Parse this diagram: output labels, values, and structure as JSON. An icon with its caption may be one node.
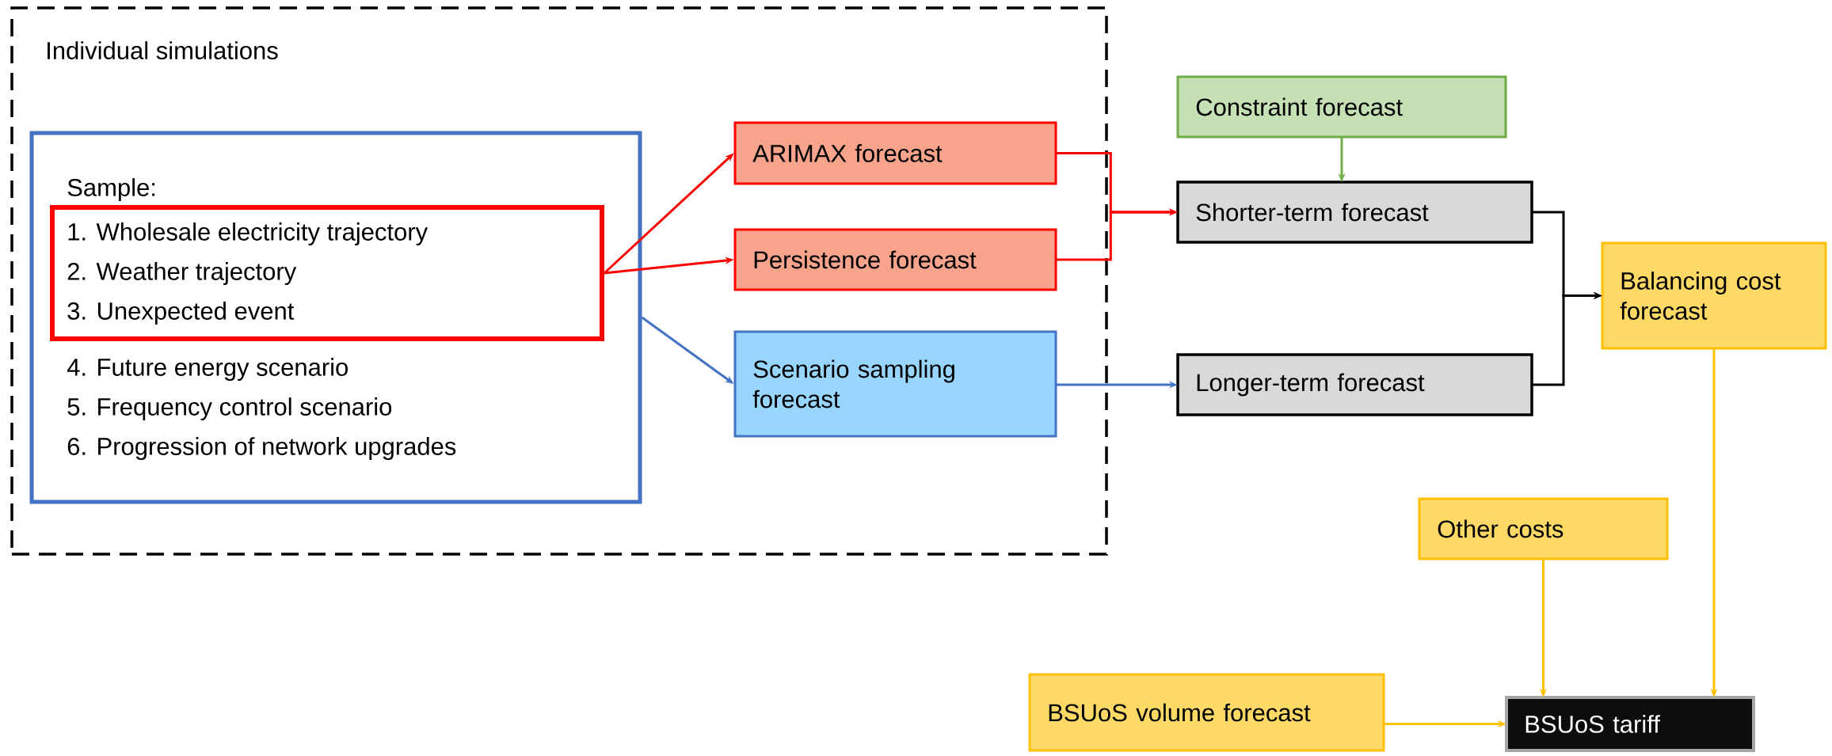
{
  "diagram": {
    "nodes": [
      {
        "text": [
          "Individual simulations"
        ]
      },
      {
        "text": [
          "Sample:",
          "4. Future energy scenario",
          "5. Frequency control scenario",
          "6. Progression of network upgrades"
        ],
        "in": 0
      },
      {
        "text": [
          "1. Wholesale electricity trajectory",
          "2. Weather trajectory",
          "3. Unexpected event"
        ],
        "in": 1
      },
      {
        "text": [
          "ARIMAX forecast"
        ],
        "in": 0
      },
      {
        "text": [
          "Persistence forecast"
        ],
        "in": 0
      },
      {
        "text": [
          "Scenario sampling forecast"
        ],
        "in": 0
      },
      {
        "text": [
          "Constraint forecast"
        ]
      },
      {
        "text": [
          "Shorter-term forecast"
        ]
      },
      {
        "text": [
          "Longer-term forecast"
        ]
      },
      {
        "text": [
          "Balancing cost forecast"
        ]
      },
      {
        "text": [
          "Other costs"
        ]
      },
      {
        "text": [
          "BSUoS volume forecast"
        ]
      },
      {
        "text": [
          "BSUoS tariff"
        ]
      }
    ],
    "edges": [
      {
        "from": 2,
        "to": 3,
        "arrow": "to",
        "color": "#ff0000"
      },
      {
        "from": 2,
        "to": 4,
        "arrow": "to",
        "color": "#ff0000"
      },
      {
        "from": 1,
        "to": 5,
        "arrow": "to",
        "color": "#4472c4"
      },
      {
        "from": 3,
        "to": 7,
        "arrow": "to",
        "color": "#ff0000"
      },
      {
        "from": 4,
        "to": 7,
        "arrow": "to",
        "color": "#ff0000"
      },
      {
        "from": 6,
        "to": 7,
        "arrow": "to",
        "color": "#70ad47"
      },
      {
        "from": 5,
        "to": 8,
        "arrow": "to",
        "color": "#4472c4"
      },
      {
        "from": 7,
        "to": 9,
        "arrow": "to",
        "color": "#000000"
      },
      {
        "from": 8,
        "to": 9,
        "arrow": "to",
        "color": "#000000"
      },
      {
        "from": 9,
        "to": 12,
        "arrow": "to",
        "color": "#ffc000"
      },
      {
        "from": 10,
        "to": 12,
        "arrow": "to",
        "color": "#ffc000"
      },
      {
        "from": 11,
        "to": 12,
        "arrow": "to",
        "color": "#ffc000"
      }
    ]
  }
}
